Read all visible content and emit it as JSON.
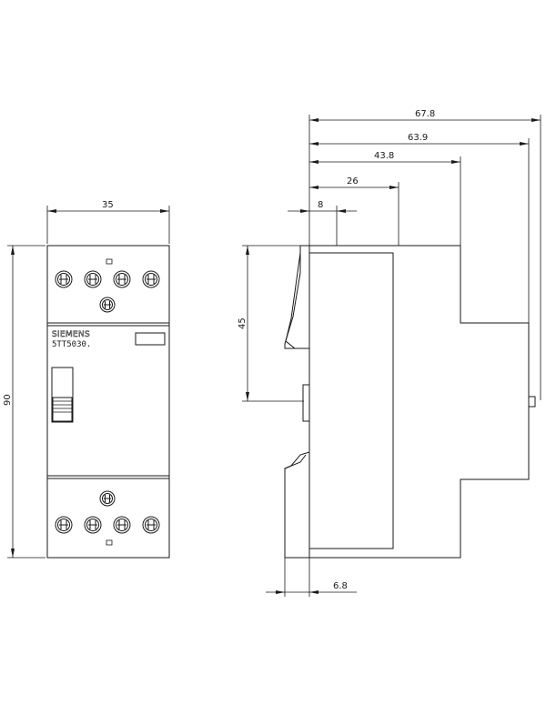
{
  "front_view": {
    "dim_width": "35",
    "dim_height": "90",
    "brand": "SIEMENS",
    "model": "5TT5030."
  },
  "side_view": {
    "dim_overall_depth": "67.8",
    "dim_depth_2": "63.9",
    "dim_depth_3": "43.8",
    "dim_depth_4": "26",
    "dim_offset": "8",
    "dim_half_height": "45",
    "dim_rail_offset": "6.8"
  },
  "colors": {
    "line": "#1a1a1a",
    "background": "#ffffff"
  }
}
